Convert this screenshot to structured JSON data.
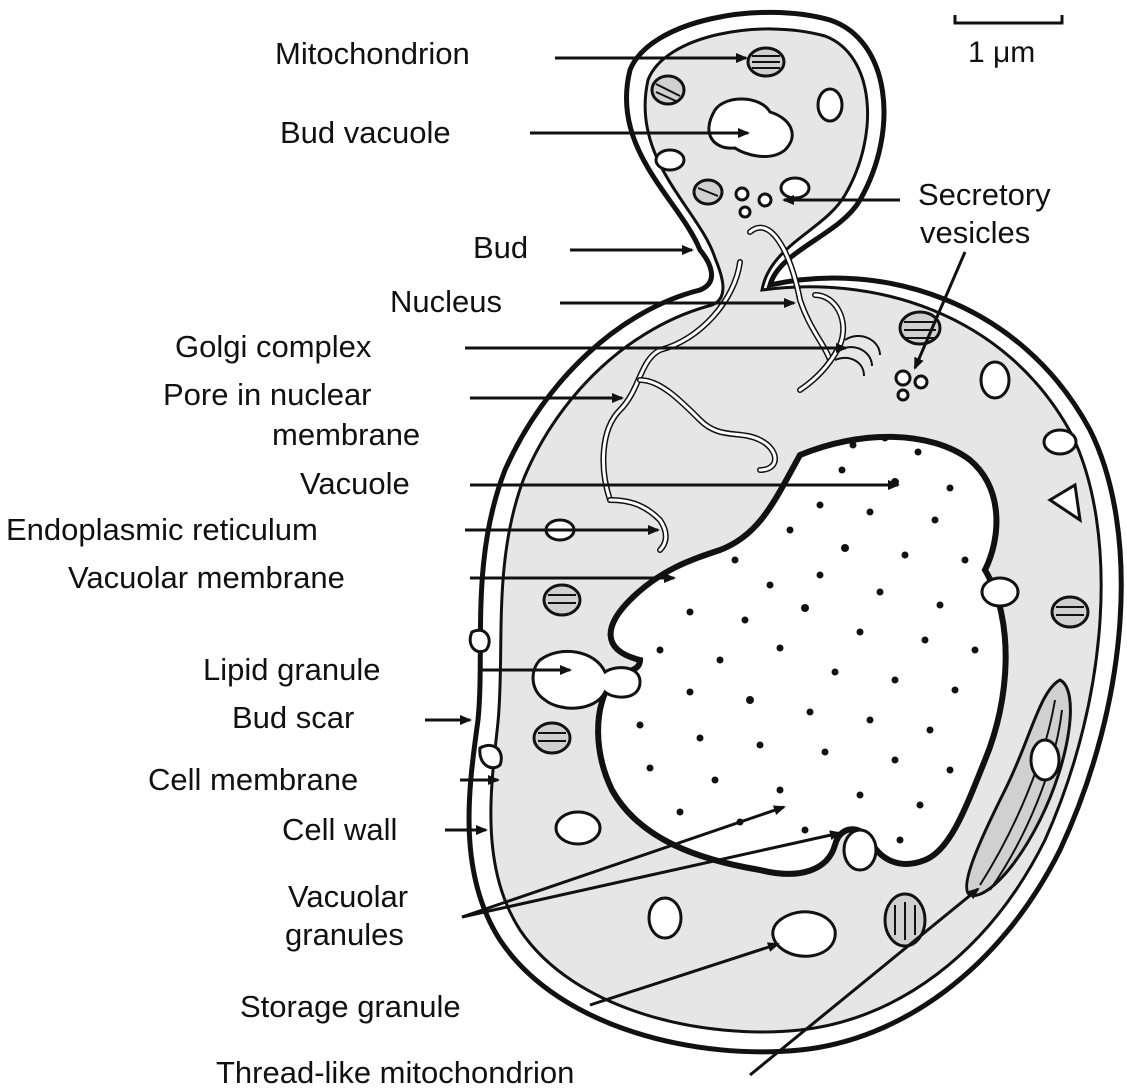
{
  "scale_bar": {
    "label": "1 μm"
  },
  "labels": {
    "mitochondrion": "Mitochondrion",
    "bud_vacuole": "Bud vacuole",
    "secretory_vesicles_line1": "Secretory",
    "secretory_vesicles_line2": "vesicles",
    "bud": "Bud",
    "nucleus": "Nucleus",
    "golgi_complex": "Golgi complex",
    "pore_line1": "Pore in nuclear",
    "pore_line2": "membrane",
    "vacuole": "Vacuole",
    "endoplasmic_reticulum": "Endoplasmic reticulum",
    "vacuolar_membrane": "Vacuolar membrane",
    "lipid_granule": "Lipid granule",
    "bud_scar": "Bud scar",
    "cell_membrane": "Cell membrane",
    "cell_wall": "Cell wall",
    "vacuolar_granules_line1": "Vacuolar",
    "vacuolar_granules_line2": "granules",
    "storage_granule": "Storage granule",
    "thread_like_mitochondrion": "Thread-like mitochondrion"
  },
  "colors": {
    "ink": "#111111",
    "cytoplasm": "#e6e6e6",
    "background": "#ffffff"
  }
}
